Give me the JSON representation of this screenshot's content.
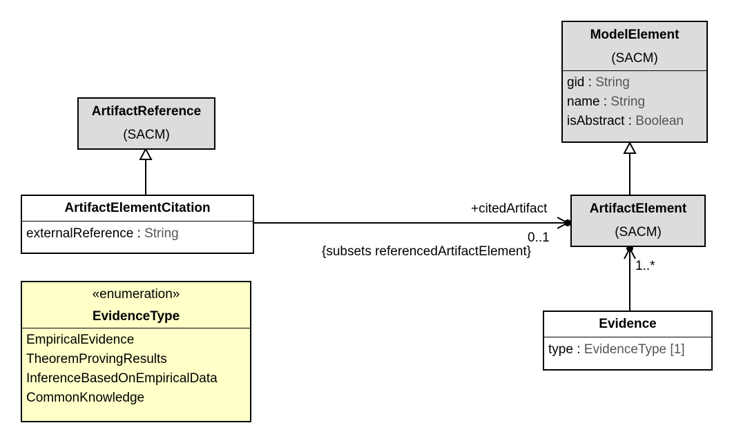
{
  "classes": {
    "model_element": {
      "name": "ModelElement",
      "package": "(SACM)",
      "attributes": [
        {
          "name": "gid",
          "type": "String"
        },
        {
          "name": "name",
          "type": "String"
        },
        {
          "name": "isAbstract",
          "type": "Boolean"
        }
      ]
    },
    "artifact_reference": {
      "name": "ArtifactReference",
      "package": "(SACM)"
    },
    "artifact_element_citation": {
      "name": "ArtifactElementCitation",
      "attributes": [
        {
          "name": "externalReference",
          "type": "String"
        }
      ]
    },
    "artifact_element": {
      "name": "ArtifactElement",
      "package": "(SACM)"
    },
    "evidence": {
      "name": "Evidence",
      "attributes": [
        {
          "name": "type",
          "type": "EvidenceType [1]"
        }
      ]
    },
    "evidence_type": {
      "stereotype": "«enumeration»",
      "name": "EvidenceType",
      "literals": [
        "EmpiricalEvidence",
        "TheoremProvingResults",
        "InferenceBasedOnEmpiricalData",
        "CommonKnowledge"
      ]
    }
  },
  "associations": {
    "cited_artifact": {
      "role": "+citedArtifact",
      "multiplicity": "0..1",
      "constraint": "{subsets referencedArtifactElement}"
    },
    "evidence_artifact": {
      "multiplicity": "1..*"
    }
  },
  "colors": {
    "abstract_class_fill": "#dcdcdc",
    "enumeration_fill": "#ffffc8",
    "class_fill": "#ffffff",
    "type_text": "#555555"
  }
}
